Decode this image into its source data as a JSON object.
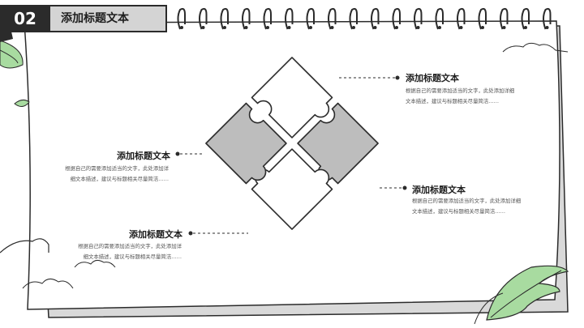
{
  "header": {
    "number": "02",
    "title": "添加标题文本"
  },
  "items": [
    {
      "title": "添加标题文本",
      "line1": "根据自己的需要添加适当的文字，此处添加详细",
      "line2": "文本描述，建议与标题相关尽量简洁……"
    },
    {
      "title": "添加标题文本",
      "line1": "根据自己的需要添加适当的文字，此处添加详",
      "line2": "细文本描述，建议与标题相关尽量简洁……"
    },
    {
      "title": "添加标题文本",
      "line1": "根据自己的需要添加适当的文字，此处添加详细",
      "line2": "文本描述，建议与标题相关尽量简洁……"
    },
    {
      "title": "添加标题文本",
      "line1": "根据自己的需要添加适当的文字，此处添加详",
      "line2": "细文本描述，建议与标题相关尽量简洁……"
    }
  ],
  "colors": {
    "outline": "#2b2b2b",
    "piece_gray": "#bdbdbd",
    "piece_white": "#ffffff",
    "leaf_green": "#a8dba0",
    "paper_shadow": "#d9d9d9"
  }
}
